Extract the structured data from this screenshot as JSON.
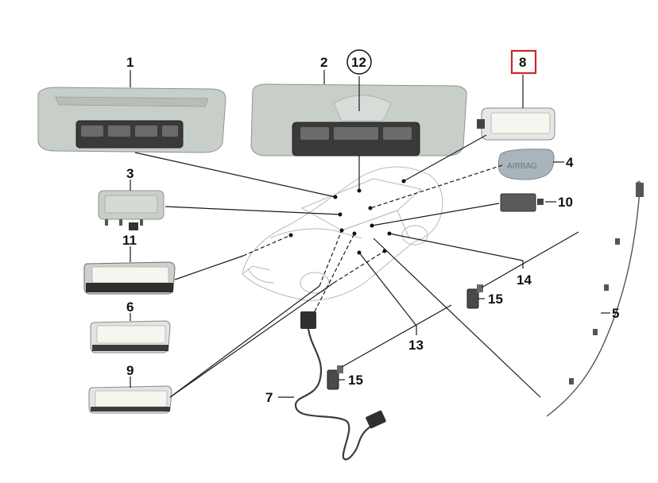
{
  "diagram": {
    "callouts": {
      "c1": "1",
      "c2": "2",
      "c12": "12",
      "c8": "8",
      "c3": "3",
      "c4": "4",
      "c10": "10",
      "c11": "11",
      "c6": "6",
      "c9": "9",
      "c14": "14",
      "c15a": "15",
      "c15b": "15",
      "c5": "5",
      "c13": "13",
      "c7": "7"
    },
    "part_label_airbag": "AIRBAG",
    "highlight_color": "#d0262b"
  }
}
